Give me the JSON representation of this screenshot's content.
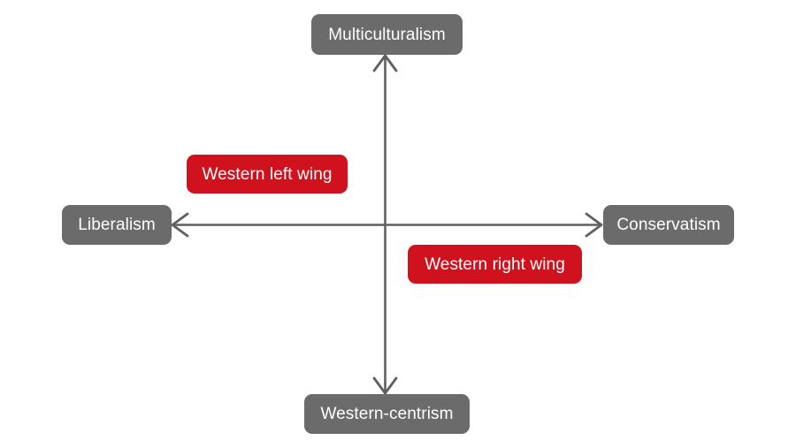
{
  "diagram": {
    "type": "two-axis-quadrant",
    "background_color": "#ffffff",
    "axis_color": "#5f5f5f",
    "pole_box_color": "#6b6b6b",
    "marker_box_color": "#d0121f",
    "vertical_axis": {
      "top_pole_label": "Multiculturalism",
      "bottom_pole_label": "Western-centrism"
    },
    "horizontal_axis": {
      "left_pole_label": "Liberalism",
      "right_pole_label": "Conservatism"
    },
    "markers": [
      {
        "label": "Western left wing",
        "quadrant": "upper-left",
        "icon": "rounded-tag-icon"
      },
      {
        "label": "Western right wing",
        "quadrant": "lower-right",
        "icon": "rounded-tag-icon"
      }
    ],
    "arrows": [
      {
        "name": "arrow-up",
        "direction": "up"
      },
      {
        "name": "arrow-down",
        "direction": "down"
      },
      {
        "name": "arrow-left",
        "direction": "left"
      },
      {
        "name": "arrow-right",
        "direction": "right"
      }
    ]
  },
  "chart_data": {
    "type": "scatter",
    "title": "",
    "xlabel": "Liberalism — Conservatism",
    "ylabel": "Western-centrism — Multiculturalism",
    "x_axis_left_label": "Liberalism",
    "x_axis_right_label": "Conservatism",
    "y_axis_top_label": "Multiculturalism",
    "y_axis_bottom_label": "Western-centrism",
    "xlim": [
      -1,
      1
    ],
    "ylim": [
      -1,
      1
    ],
    "grid": false,
    "legend": "none",
    "points": [
      {
        "label": "Western left wing",
        "x": -0.38,
        "y": 0.41
      },
      {
        "label": "Western right wing",
        "x": 0.27,
        "y": -0.24
      }
    ]
  }
}
